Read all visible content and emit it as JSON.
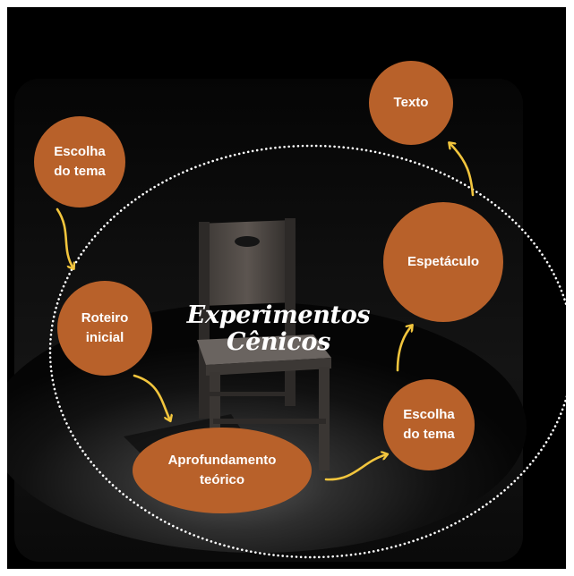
{
  "diagram": {
    "title": "Experimentos\nCênicos",
    "nodes": [
      {
        "id": "texto",
        "label": "Texto"
      },
      {
        "id": "escolha-tema-top",
        "label": "Escolha\ndo tema"
      },
      {
        "id": "espetaculo",
        "label": "Espetáculo"
      },
      {
        "id": "roteiro-inicial",
        "label": "Roteiro\ninicial"
      },
      {
        "id": "escolha-tema-right",
        "label": "Escolha\ndo tema"
      },
      {
        "id": "aprofundamento",
        "label": "Aprofundamento\nteórico"
      }
    ],
    "flow": [
      [
        "escolha-tema-top",
        "roteiro-inicial"
      ],
      [
        "roteiro-inicial",
        "aprofundamento"
      ],
      [
        "aprofundamento",
        "escolha-tema-right"
      ],
      [
        "escolha-tema-right",
        "espetaculo"
      ],
      [
        "espetaculo",
        "texto"
      ]
    ]
  },
  "colors": {
    "node_fill": "#b8612a",
    "arrow": "#f2c53d",
    "background": "#030303",
    "ring": "#ffffff"
  }
}
